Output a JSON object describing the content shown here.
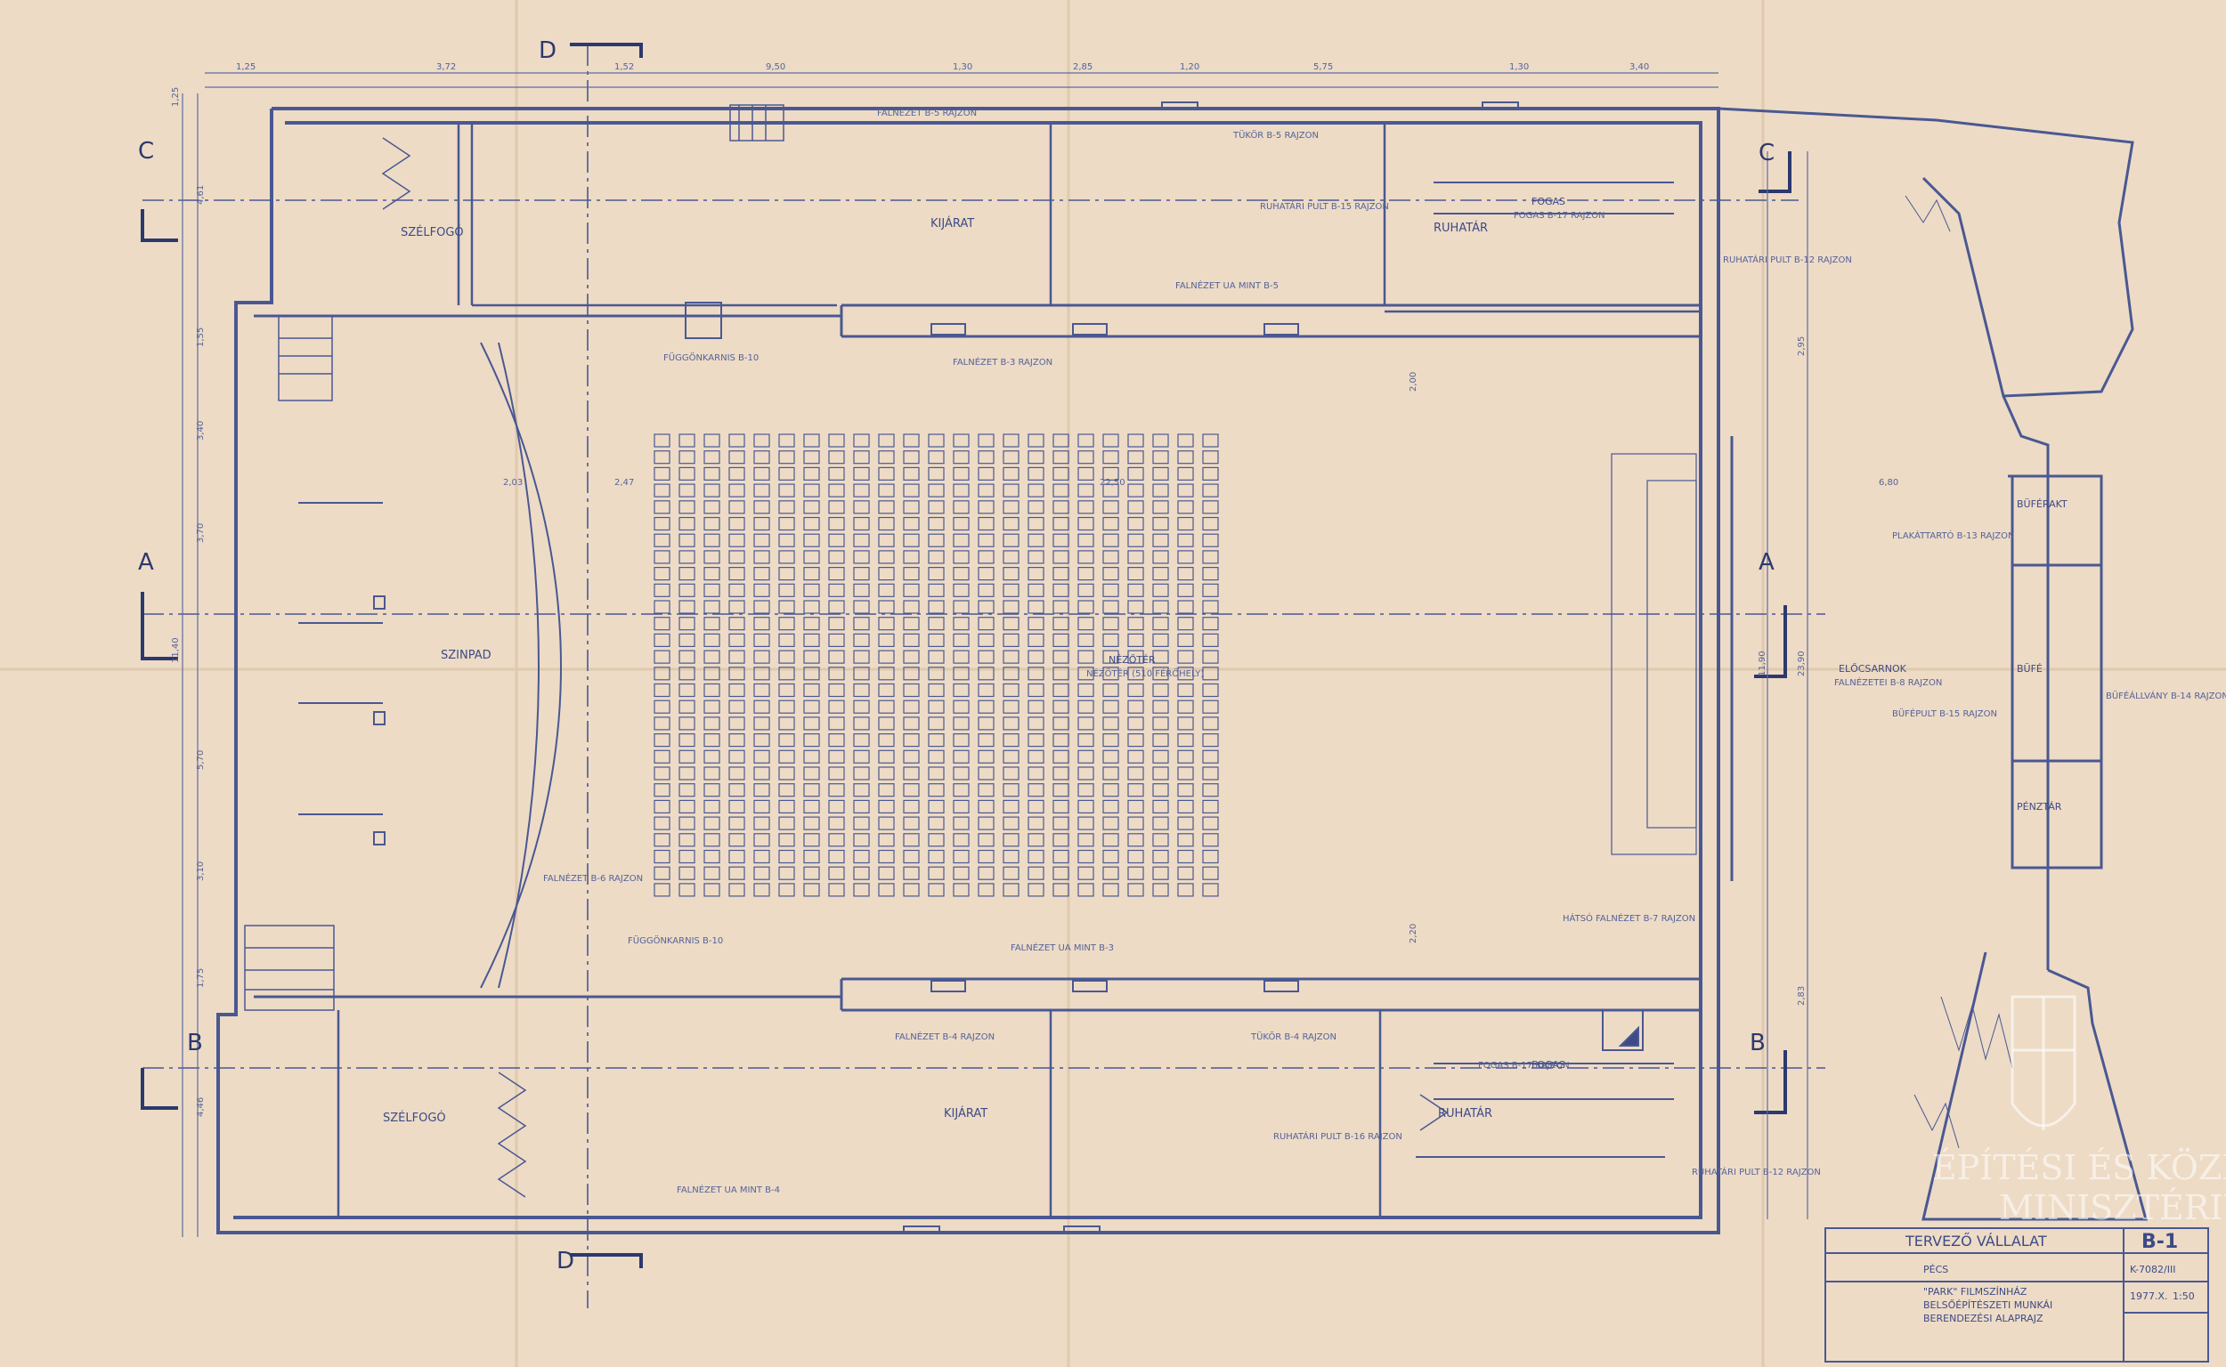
{
  "rooms": {
    "szelfogo": "SZÉLFOGÓ",
    "kiarat": "KIJÁRAT",
    "ruhatar": "RUHATÁR",
    "fogas": "FOGAS",
    "szinpad": "SZINPAD",
    "nezoter": "NÉZŐTÉR",
    "buferaktar": "BÜFÉRAKT",
    "bufe": "BÜFÉ",
    "penztar": "PÉNZTÁR",
    "eloecsarnok": "ELŐCSARNOK"
  },
  "notes": {
    "falnezet_b5_top": "FALNÉZET B-5 RAJZON",
    "tukor_b5": "TÜKÖR B-5 RAJZON",
    "ruhatari_pult_b15": "RUHATÁRI PULT B-15 RAJZON",
    "fogas_b17": "FOGAS B-17 RAJZON",
    "falnezet_ua_b5": "FALNÉZET UA MINT B-5",
    "ruhatari_pult_b12": "RUHATÁRI PULT B-12 RAJZON",
    "fuggonkarnis_b10": "FÜGGÖNKARNIS B-10",
    "falnezet_b3": "FALNÉZET B-3 RAJZON",
    "falnezet_b6": "FALNÉZET B-6 RAJZON",
    "nezoter_sub": "NÉZŐTÉR (510 FÉRŐHELY)",
    "hatso_falnezet_b7": "HÁTSÓ FALNÉZET B-7 RAJZON",
    "fuggonkarnis_b10_bottom": "FÜGGÖNKARNIS B-10",
    "falnezet_ua_b3": "FALNÉZET UA MINT B-3",
    "falnezet_b4": "FALNÉZET B-4 RAJZON",
    "tukor_b4": "TÜKÖR B-4 RAJZON",
    "fogas_b17_bottom": "FOGAS B-17 RAJZON",
    "ruhatari_pult_b16": "RUHATÁRI PULT B-16 RAJZON",
    "ruhatari_pult_b12_bottom": "RUHATÁRI PULT B-12 RAJZON",
    "falnezet_ua_b4": "FALNÉZET UA MINT B-4",
    "plakattarto": "PLAKÁTTARTÓ B-13 RAJZON",
    "eloecsarnok_falnezetei": "FALNÉZETEI B-8 RAJZON",
    "bufepult": "BÜFÉPULT B-15 RAJZON",
    "bufeallvany": "BÜFÉÁLLVÁNY B-14 RAJZON"
  },
  "section_marks": [
    "A",
    "B",
    "C",
    "D"
  ],
  "dimensions": {
    "top": [
      "1,25",
      "3,72",
      "1,52",
      "9,50",
      "1,30",
      "2,85",
      "1,20",
      "5,75",
      "1,30",
      "3,40"
    ],
    "left": [
      "1,25",
      "4,61",
      "1,55",
      "3,40",
      "3,70",
      "11,40",
      "5,70",
      "3,10",
      "1,75",
      "4,46"
    ],
    "hall": [
      "22,50",
      "2,47",
      "2,03",
      "2,00",
      "2,20",
      "6,80",
      "11,90",
      "23,90",
      "2,95",
      "2,83"
    ]
  },
  "title_block": {
    "company": "TERVEZŐ VÁLLALAT",
    "sheet": "B-1",
    "drawing_no": "K-7082/III",
    "city": "PÉCS",
    "project_1": "\"PARK\" FILMSZÍNHÁZ",
    "project_2": "BELSŐÉPÍTÉSZETI MUNKÁI",
    "project_3": "BERENDEZÉSI ALAPRAJZ",
    "date": "1977.X.",
    "scale": "1:50"
  },
  "watermark": {
    "line1": "ÉPÍTÉSI ÉS KÖZLEKEDÉSI",
    "line2": "MINISZTÉRIUM"
  },
  "palette": {
    "paper": "#eddbc6",
    "ink": "#4a5892",
    "fold": "#e3cdb2",
    "watermark": "#ffffff"
  }
}
